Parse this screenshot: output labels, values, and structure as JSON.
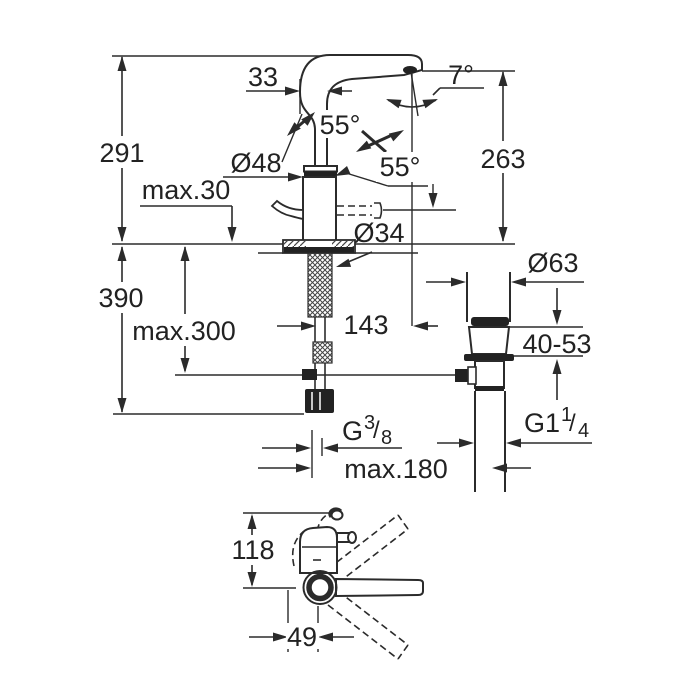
{
  "drawing": {
    "background": "#ffffff",
    "line_color": "#2b2b2b",
    "front_view": {
      "overall_height": "291",
      "spout_offset": "33",
      "spout_tilt_angle": "7°",
      "outlet_height": "263",
      "handle_swivel_left": "55°",
      "handle_swivel_right": "55°",
      "body_diameter": "Ø48",
      "max_deck_thickness": "max.30",
      "hole_diameter": "Ø34",
      "below_deck_height": "390",
      "max_hose_depth": "max.300",
      "spout_reach": "143",
      "supply_thread": {
        "base": "G",
        "sup": "3",
        "slash": "/",
        "sub": "8"
      }
    },
    "waste_view": {
      "flange_diameter": "Ø63",
      "deck_thickness_range": "40-53",
      "waste_thread": {
        "base": "G1",
        "sup": "1",
        "slash": "/",
        "sub": "4"
      },
      "max_distance": "max.180"
    },
    "top_view": {
      "depth_to_spout": "118",
      "handle_offset": "49"
    }
  }
}
